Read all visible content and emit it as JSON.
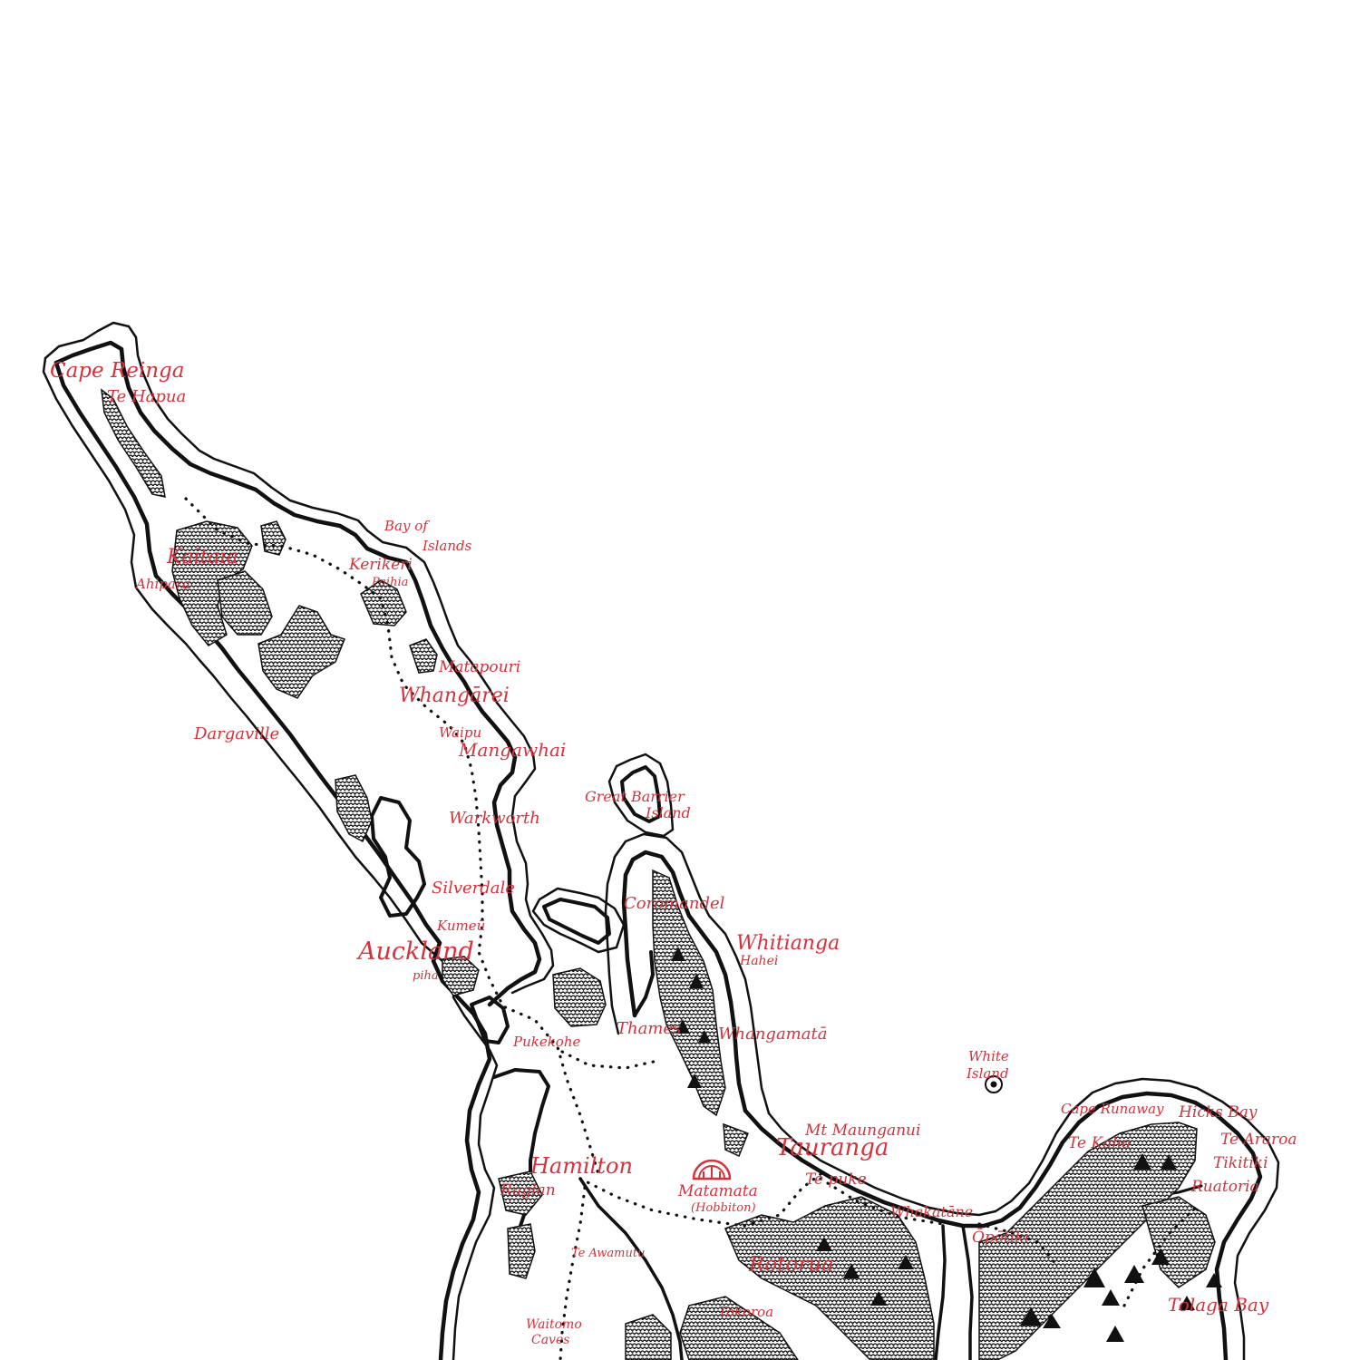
{
  "map": {
    "places": {
      "cape_reinga": "Cape Reinga",
      "te_hapua": "Te Hapua",
      "bay_of": "Bay of",
      "islands": "Islands",
      "kaitaia": "Kaitaia",
      "ahipara": "Ahipara",
      "kerikeri": "Kerikeri",
      "paihia": "Paihia",
      "matapouri": "Matapouri",
      "whangarei": "Whangārei",
      "dargaville": "Dargaville",
      "waipu": "Waipu",
      "mangawhai": "Mangawhai",
      "great_barrier": "Great Barrier",
      "great_barrier_island": "Island",
      "warkworth": "Warkworth",
      "silverdale": "Silverdale",
      "kumeu": "Kumeū",
      "auckland": "Auckland",
      "piha": "piha",
      "coromandel": "Coromandel",
      "whitianga": "Whitianga",
      "hahei": "Hahei",
      "thames": "Thames",
      "pukekohe": "Pukekohe",
      "whangamata": "Whangamatā",
      "white": "White",
      "white_island": "Island",
      "cape_runaway": "Cape Runaway",
      "hicks_bay": "Hicks Bay",
      "te_kaha": "Te Kaha",
      "te_araroa": "Te Araroa",
      "tikitiki": "Tikitiki",
      "ruatoria": "Ruatoria",
      "mt_maunganui": "Mt Maunganui",
      "tauranga": "Tauranga",
      "hamilton": "Hamilton",
      "raglan": "Raglan",
      "matamata": "Matamata",
      "hobbiton": "(Hobbiton)",
      "te_puke": "Te puke",
      "whakatane": "Whakatāne",
      "opotiki": "Ōpōtiki",
      "te_awamutu": "Te Awamutu",
      "rotorua": "Rotorua",
      "tokoroa": "Tokoroa",
      "waitomo": "Waitomo",
      "caves": "Caves",
      "tolaga_bay": "Tolaga Bay"
    },
    "colors": {
      "label": "#d8313b",
      "ink": "#111111",
      "paper": "#ffffff"
    },
    "icons": {
      "hobbiton": "hobbit-hole-icon",
      "white_island": "volcano-target-icon"
    }
  }
}
